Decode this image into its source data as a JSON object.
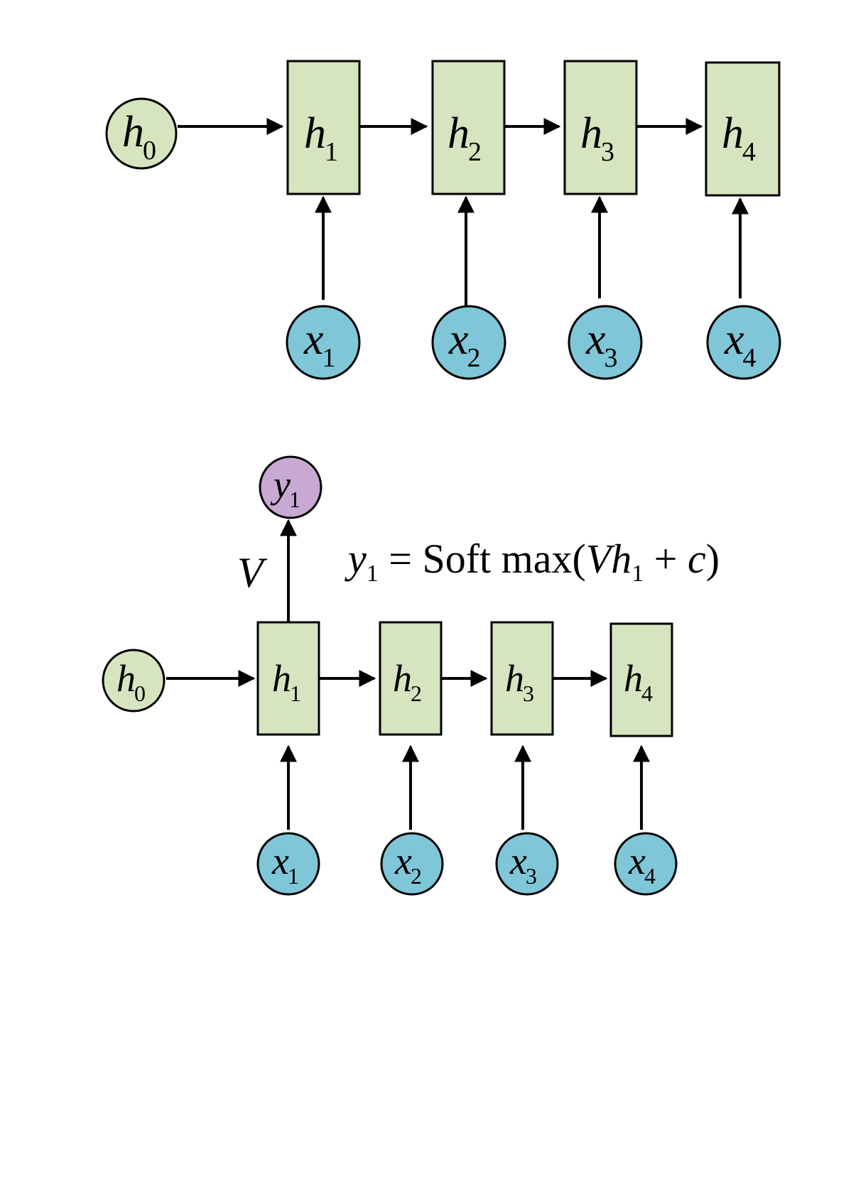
{
  "colors": {
    "hidden_fill": "#d6e4bf",
    "input_fill": "#7fc6d9",
    "output_fill": "#c8a9d3",
    "stroke": "#000000"
  },
  "top": {
    "h0": {
      "var": "h",
      "sub": "0"
    },
    "hidden": [
      {
        "var": "h",
        "sub": "1"
      },
      {
        "var": "h",
        "sub": "2"
      },
      {
        "var": "h",
        "sub": "3"
      },
      {
        "var": "h",
        "sub": "4"
      }
    ],
    "inputs": [
      {
        "var": "x",
        "sub": "1"
      },
      {
        "var": "x",
        "sub": "2"
      },
      {
        "var": "x",
        "sub": "3"
      },
      {
        "var": "x",
        "sub": "4"
      }
    ]
  },
  "bottom": {
    "h0": {
      "var": "h",
      "sub": "0"
    },
    "hidden": [
      {
        "var": "h",
        "sub": "1"
      },
      {
        "var": "h",
        "sub": "2"
      },
      {
        "var": "h",
        "sub": "3"
      },
      {
        "var": "h",
        "sub": "4"
      }
    ],
    "inputs": [
      {
        "var": "x",
        "sub": "1"
      },
      {
        "var": "x",
        "sub": "2"
      },
      {
        "var": "x",
        "sub": "3"
      },
      {
        "var": "x",
        "sub": "4"
      }
    ],
    "output": {
      "var": "y",
      "sub": "1"
    },
    "weight_label": "V",
    "formula": {
      "lhs_var": "y",
      "lhs_sub": "1",
      "eq": " = Soft max(",
      "v": "V",
      "h": "h",
      "h_sub": "1",
      "plus": " + ",
      "c": "c",
      "close": ")"
    }
  }
}
